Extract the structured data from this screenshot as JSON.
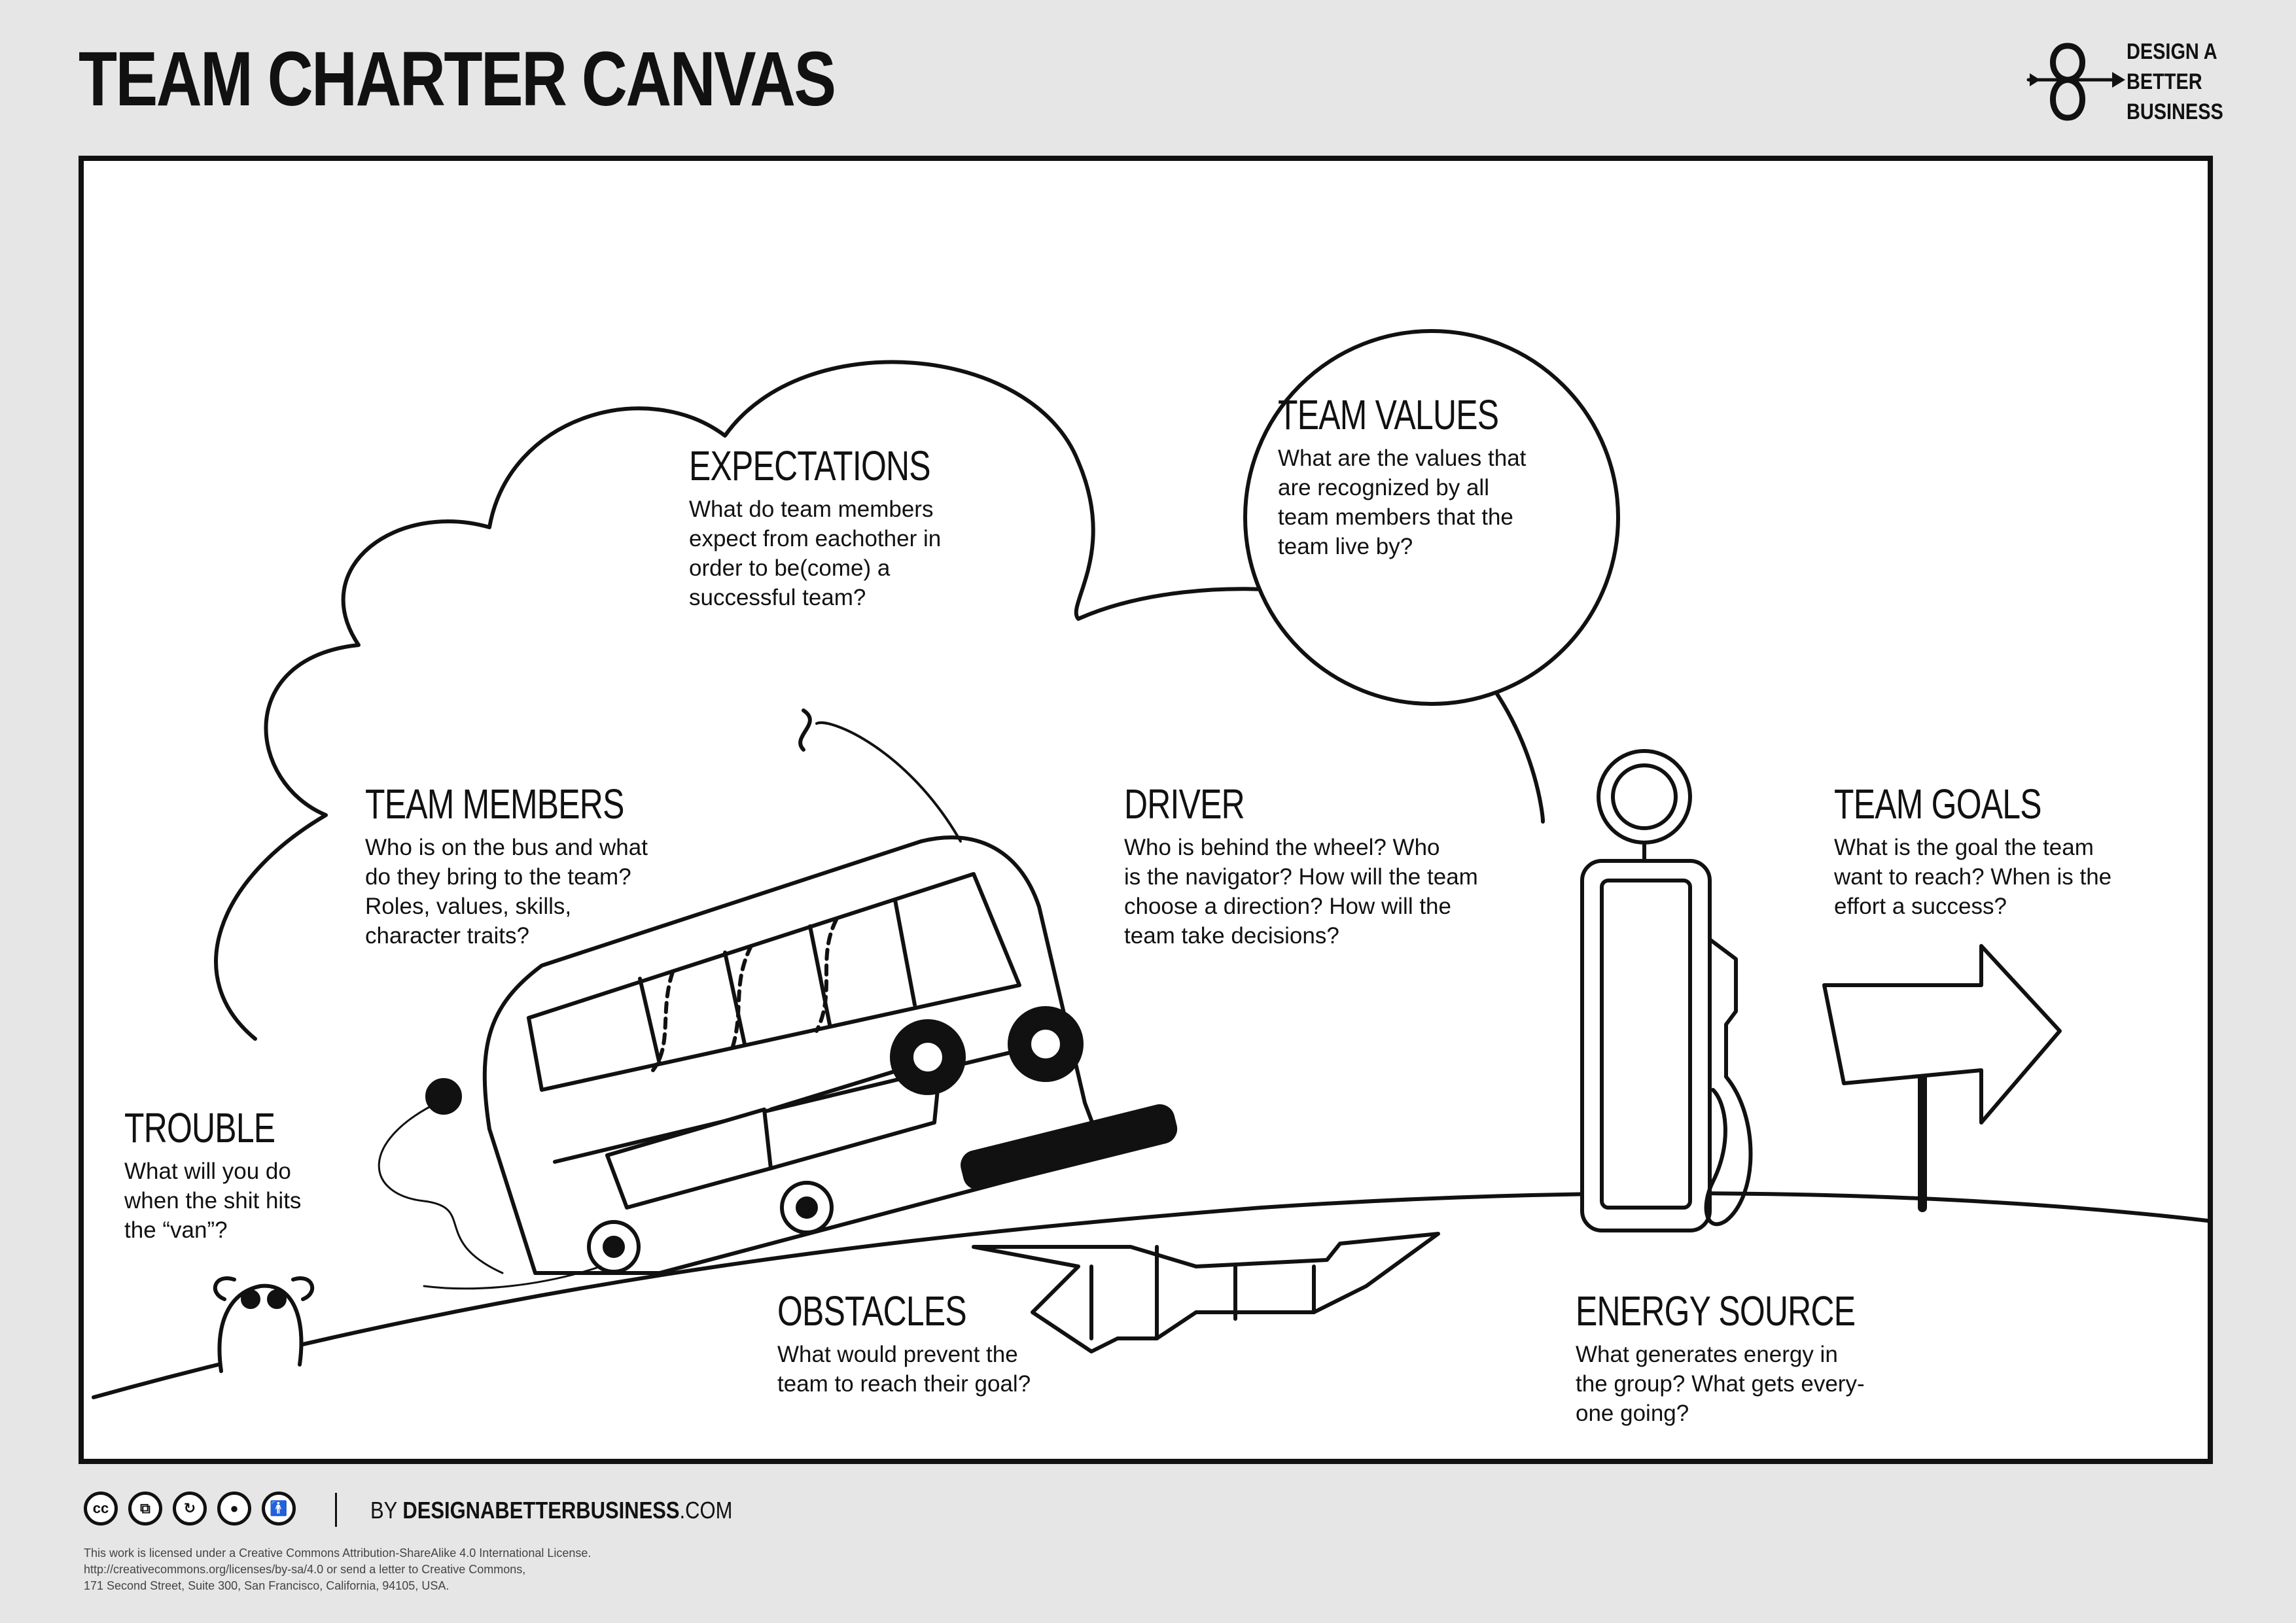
{
  "header": {
    "title": "TEAM CHARTER CANVAS",
    "brand_line1": "DESIGN A",
    "brand_line2": "BETTER",
    "brand_line3": "BUSINESS"
  },
  "sections": {
    "expectations": {
      "heading": "EXPECTATIONS",
      "lines": [
        "What do team members",
        "expect from eachother in",
        "order to be(come) a",
        "successful team?"
      ]
    },
    "team_values": {
      "heading": "TEAM VALUES",
      "lines": [
        "What are the values that",
        "are recognized by all",
        "team members that the",
        "team live by?"
      ]
    },
    "team_members": {
      "heading": "TEAM MEMBERS",
      "lines": [
        "Who is on the bus and what",
        "do they bring to the team?",
        "Roles, values, skills,",
        "character traits?"
      ]
    },
    "driver": {
      "heading": "DRIVER",
      "lines": [
        "Who is behind the wheel? Who",
        "is the navigator? How will the team",
        "choose a direction? How will the",
        "team take decisions?"
      ]
    },
    "team_goals": {
      "heading": "TEAM GOALS",
      "lines": [
        "What is the goal the team",
        "want to reach? When is the",
        "effort a success?"
      ]
    },
    "trouble": {
      "heading": "TROUBLE",
      "lines": [
        "What will you do",
        "when the shit hits",
        "the “van”?"
      ]
    },
    "obstacles": {
      "heading": "OBSTACLES",
      "lines": [
        "What would prevent the",
        "team to reach their goal?"
      ]
    },
    "energy_source": {
      "heading": "ENERGY SOURCE",
      "lines": [
        "What generates energy in",
        "the group? What gets every-",
        "one going?"
      ]
    }
  },
  "footer": {
    "by_prefix": "BY ",
    "by_bold": "DESIGNABETTERBUSINESS",
    "by_suffix": ".COM",
    "license_lines": [
      "This work is licensed under a Creative Commons Attribution-ShareAlike 4.0 International License.",
      "http://creativecommons.org/licenses/by-sa/4.0 or send a letter to Creative Commons,",
      "171 Second Street, Suite 300, San Francisco, California, 94105, USA."
    ]
  }
}
